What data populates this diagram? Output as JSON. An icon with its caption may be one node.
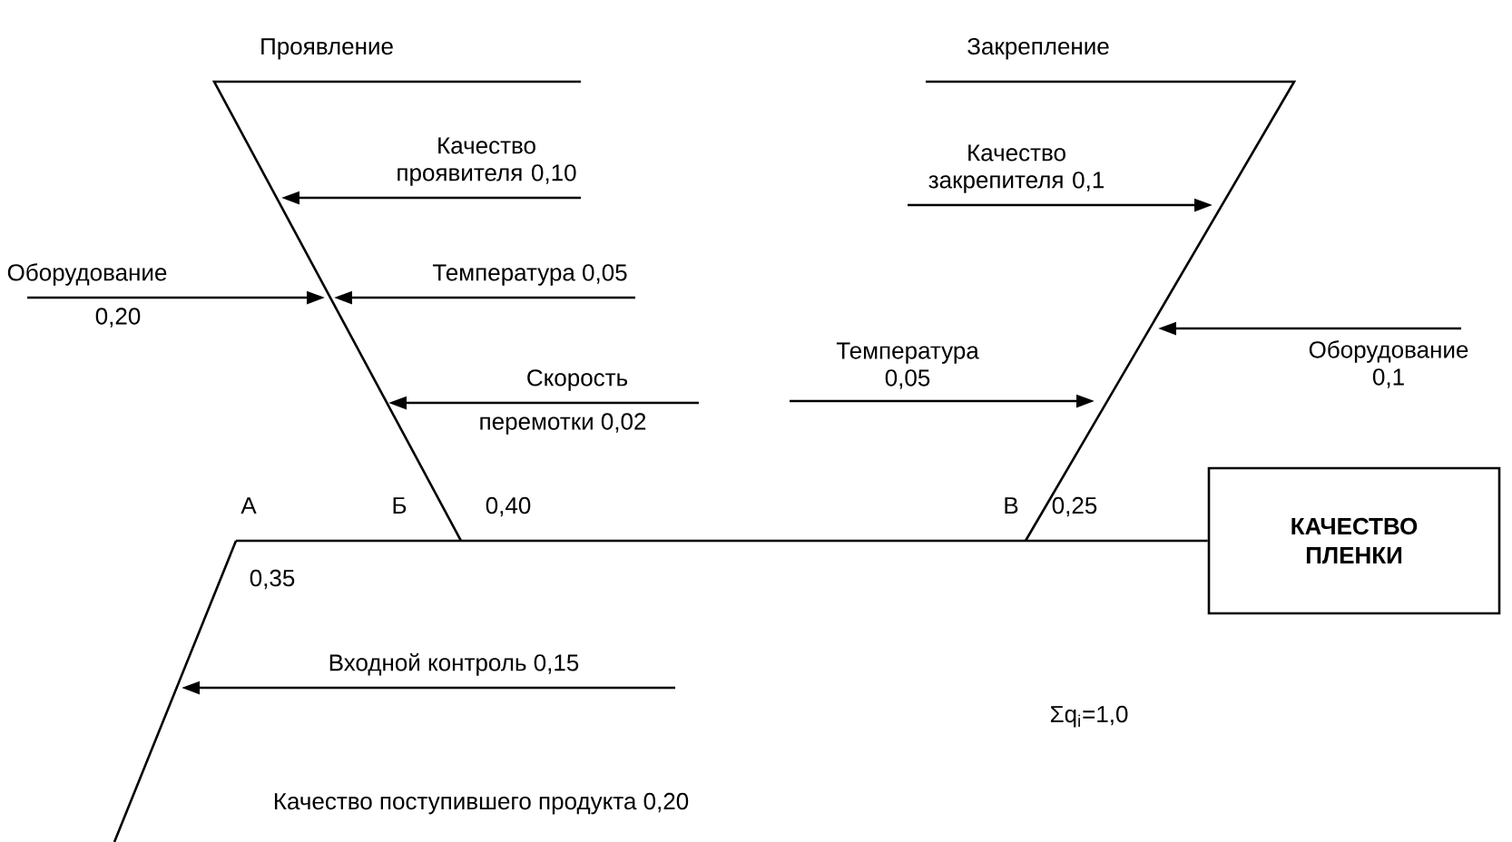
{
  "diagram": {
    "nodes": [
      {
        "text": [
          "Проявление"
        ]
      },
      {
        "text": [
          "Закрепление"
        ]
      },
      {
        "text": [
          "КАЧЕСТВО ПЛЕНКИ"
        ]
      },
      {
        "text": [
          "Качество проявителя 0,10"
        ]
      },
      {
        "text": [
          "Оборудование",
          "0,20"
        ]
      },
      {
        "text": [
          "Температура 0,05"
        ]
      },
      {
        "text": [
          "Скорость",
          "перемотки 0,02"
        ]
      },
      {
        "text": [
          "Качество закрепителя 0,1"
        ]
      },
      {
        "text": [
          "Температура 0,05"
        ]
      },
      {
        "text": [
          "Оборудование 0,1"
        ]
      },
      {
        "text": [
          "Входной контроль 0,15"
        ]
      },
      {
        "text": [
          "Качество поступившего продукта 0,20"
        ]
      }
    ],
    "edges": [
      {
        "from": 3,
        "to": null,
        "arrow": "to"
      },
      {
        "from": 4,
        "to": null,
        "arrow": "to"
      },
      {
        "from": 5,
        "to": null,
        "arrow": "to"
      },
      {
        "from": 6,
        "to": null,
        "arrow": "to"
      },
      {
        "from": 7,
        "to": null,
        "arrow": "to"
      },
      {
        "from": 8,
        "to": null,
        "arrow": "to"
      },
      {
        "from": 9,
        "to": null,
        "arrow": "to"
      },
      {
        "from": 10,
        "to": null,
        "arrow": "to"
      },
      {
        "from": null,
        "to": 2,
        "arrow": "none"
      }
    ],
    "labels": [
      "А",
      "Б",
      "0,40",
      "В",
      "0,25",
      "0,35",
      "Σq$_{i}$=1,0"
    ]
  }
}
